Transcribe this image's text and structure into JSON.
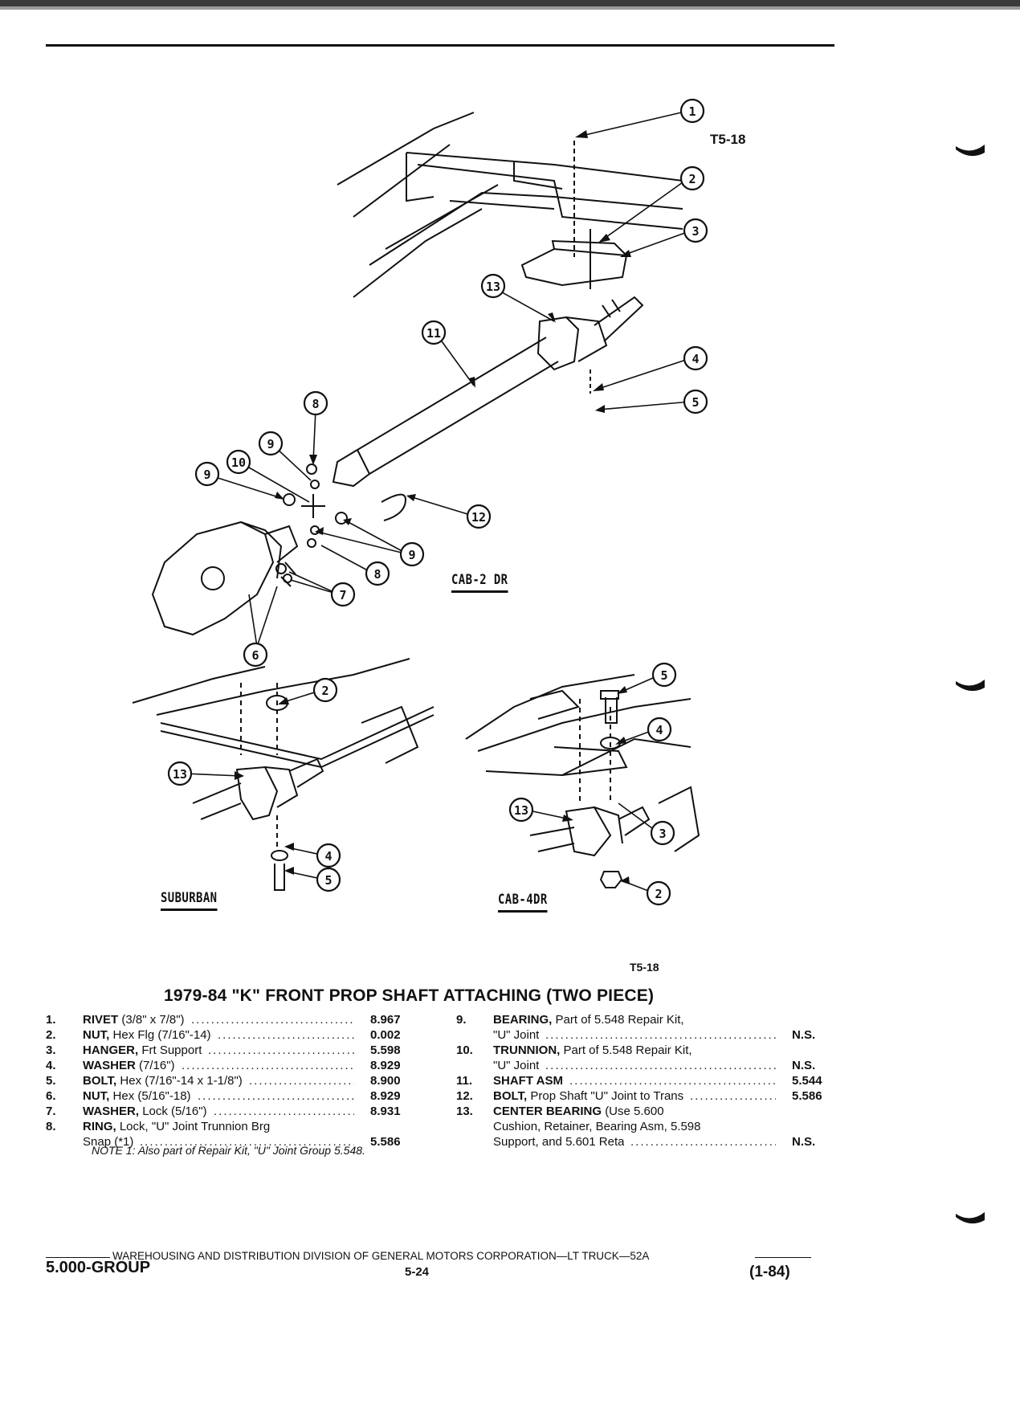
{
  "figure": {
    "code_top": "T5-18",
    "code_bottom": "T5-18",
    "views": [
      "CAB-2 DR",
      "SUBURBAN",
      "CAB-4DR"
    ]
  },
  "callouts": {
    "main": [
      "1",
      "2",
      "3",
      "13",
      "11",
      "4",
      "5",
      "8",
      "9",
      "10",
      "9",
      "12",
      "9",
      "8",
      "7",
      "6"
    ],
    "suburban": [
      "2",
      "13",
      "4",
      "5"
    ],
    "cab4dr": [
      "5",
      "4",
      "13",
      "3",
      "2"
    ]
  },
  "parts_list": {
    "title": "1979-84 \"K\" FRONT PROP SHAFT ATTACHING (TWO PIECE)",
    "left": [
      {
        "no": "1.",
        "name": "RIVET",
        "spec": "(3/8\" x 7/8\")",
        "cat": "8.967"
      },
      {
        "no": "2.",
        "name": "NUT,",
        "spec": "Hex Flg (7/16\"-14)",
        "cat": "0.002"
      },
      {
        "no": "3.",
        "name": "HANGER,",
        "spec": "Frt Support",
        "cat": "5.598"
      },
      {
        "no": "4.",
        "name": "WASHER",
        "spec": "(7/16\")",
        "cat": "8.929"
      },
      {
        "no": "5.",
        "name": "BOLT,",
        "spec": "Hex (7/16\"-14 x 1-1/8\")",
        "cat": "8.900"
      },
      {
        "no": "6.",
        "name": "NUT,",
        "spec": "Hex (5/16\"-18)",
        "cat": "8.929"
      },
      {
        "no": "7.",
        "name": "WASHER,",
        "spec": "Lock (5/16\")",
        "cat": "8.931"
      },
      {
        "no": "8.",
        "name": "RING,",
        "spec": "Lock, \"U\" Joint Trunnion Brg",
        "cat": ""
      },
      {
        "no": "",
        "name": "",
        "spec": "Snap (*1)",
        "cat": "5.586"
      }
    ],
    "right": [
      {
        "no": "9.",
        "name": "BEARING,",
        "spec": "Part of 5.548 Repair Kit,",
        "cat": ""
      },
      {
        "no": "",
        "name": "",
        "spec": "\"U\" Joint",
        "cat": "N.S."
      },
      {
        "no": "10.",
        "name": "TRUNNION,",
        "spec": "Part of 5.548 Repair Kit,",
        "cat": ""
      },
      {
        "no": "",
        "name": "",
        "spec": "\"U\" Joint",
        "cat": "N.S."
      },
      {
        "no": "11.",
        "name": "SHAFT ASM",
        "spec": "",
        "cat": "5.544"
      },
      {
        "no": "12.",
        "name": "BOLT,",
        "spec": "Prop Shaft \"U\" Joint to Trans",
        "cat": "5.586"
      },
      {
        "no": "13.",
        "name": "CENTER BEARING",
        "spec": "(Use 5.600",
        "cat": ""
      },
      {
        "no": "",
        "name": "",
        "spec": "Cushion, Retainer, Bearing Asm, 5.598",
        "cat": ""
      },
      {
        "no": "",
        "name": "",
        "spec": "Support, and 5.601 Reta",
        "cat": "N.S."
      }
    ],
    "note": "NOTE 1: Also part of Repair Kit, \"U\" Joint Group 5.548."
  },
  "footer": {
    "publisher": "WAREHOUSING AND DISTRIBUTION DIVISION OF GENERAL MOTORS CORPORATION—LT TRUCK—52A",
    "group": "5.000-GROUP",
    "page": "5-24",
    "date": "(1-84)"
  }
}
